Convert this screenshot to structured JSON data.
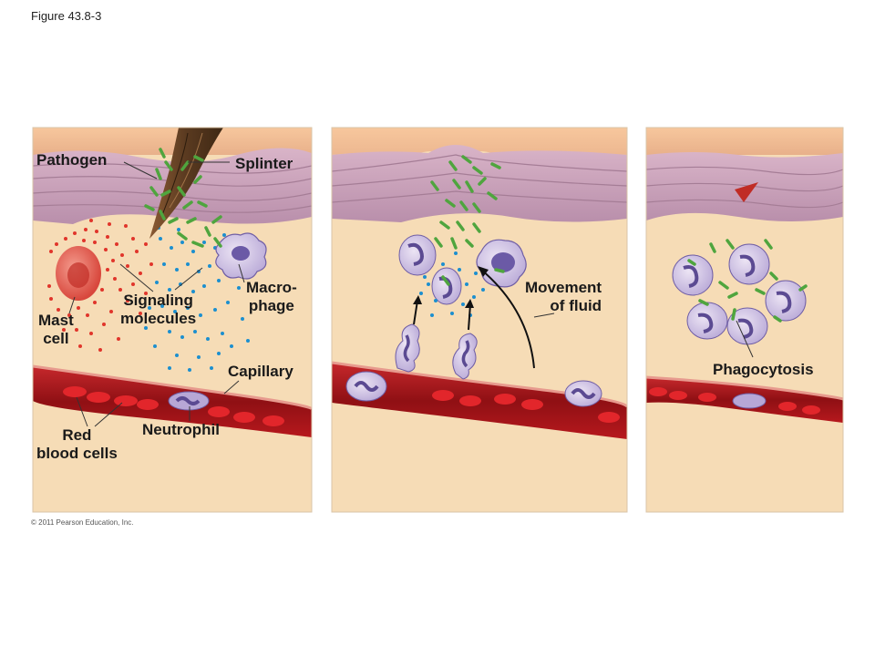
{
  "figure": {
    "title": "Figure 43.8-3",
    "copyright": "© 2011 Pearson Education, Inc."
  },
  "labels": {
    "pathogen": "Pathogen",
    "splinter": "Splinter",
    "macrophage_line1": "Macro-",
    "macrophage_line2": "phage",
    "signaling_line1": "Signaling",
    "signaling_line2": "molecules",
    "mast_line1": "Mast",
    "mast_line2": "cell",
    "capillary": "Capillary",
    "red_line1": "Red",
    "red_line2": "blood cells",
    "neutrophil": "Neutrophil",
    "movement_line1": "Movement",
    "movement_line2": "of fluid",
    "phagocytosis": "Phagocytosis"
  },
  "colors": {
    "skin_top": "#f6c49a",
    "skin_layer": "#c9a0b8",
    "tissue": "#f6dcb6",
    "vessel": "#a3151a",
    "rbc": "#e2262b",
    "cell_purple": "#9a88c6",
    "bacteria": "#5ab44a",
    "signal_red": "#e0352b",
    "signal_blue": "#1c8fcf",
    "splinter": "#6b4528"
  }
}
